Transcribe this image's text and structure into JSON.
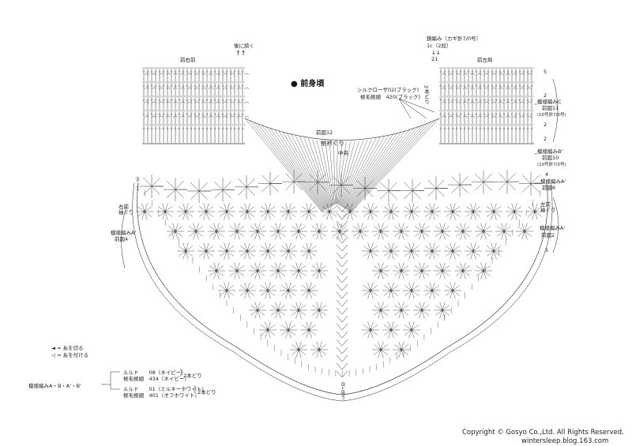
{
  "title": "前身頃",
  "labels": {
    "right_front": "前右前",
    "left_shoulder": "前左肩",
    "continue_back": "後に続く",
    "chain_note": "鎖編み（カギ針7/0号）",
    "chain_count": "1c（2段）",
    "stitch_count": "21",
    "yarn_note_1": "シルクローザ02(ブラック)",
    "yarn_note_2": "極毛極細　420(ブラック)",
    "two_strand": "2本どり",
    "front_12": "前図12",
    "neckline": "前衿ぐり",
    "center": "中央",
    "pattern_c": "模様編みC",
    "front_11": "前図11",
    "needle_10": "(10号針7/0号)",
    "pattern_b": "模様編みB'",
    "front_10": "前図10",
    "needle_10b": "(10号針7/0号)",
    "pattern_a_prime": "模様編みA'",
    "front_6": "前図6",
    "left_armhole": "左前\n袖ぐり",
    "pattern_a_2": "模様編みA'",
    "front_2": "前図2",
    "right_armhole": "右前\n袖ぐり",
    "pattern_a_left": "模様編みA'",
    "front_4": "前図4",
    "row_marks": [
      "5",
      "2",
      "2",
      "2",
      "4",
      "5",
      "1",
      "3"
    ],
    "bottom_note": "目と拾う"
  },
  "legend": {
    "cut": "◄ = 糸を切る",
    "attach": "◁ = 糸を付ける",
    "pattern_label": "模様編みA・B・A'・B'",
    "rows": [
      {
        "yarn1": "ルルド　　08（ネイビー）",
        "yarn2": "極毛極細　434（ネイビー）",
        "strand": "2本どり"
      },
      {
        "yarn1": "ルルド　　01（ミルキーホワイト）",
        "yarn2": "極毛極細　401（オフホワイト）",
        "strand": "2本どり"
      }
    ]
  },
  "footer": {
    "copyright": "Copyright © Gosyo Co.,Ltd. All Rights Reserved.",
    "blog": "wintersleep.blog.163.com"
  },
  "colors": {
    "ink": "#222222",
    "background": "#ffffff",
    "grid": "#555555"
  }
}
